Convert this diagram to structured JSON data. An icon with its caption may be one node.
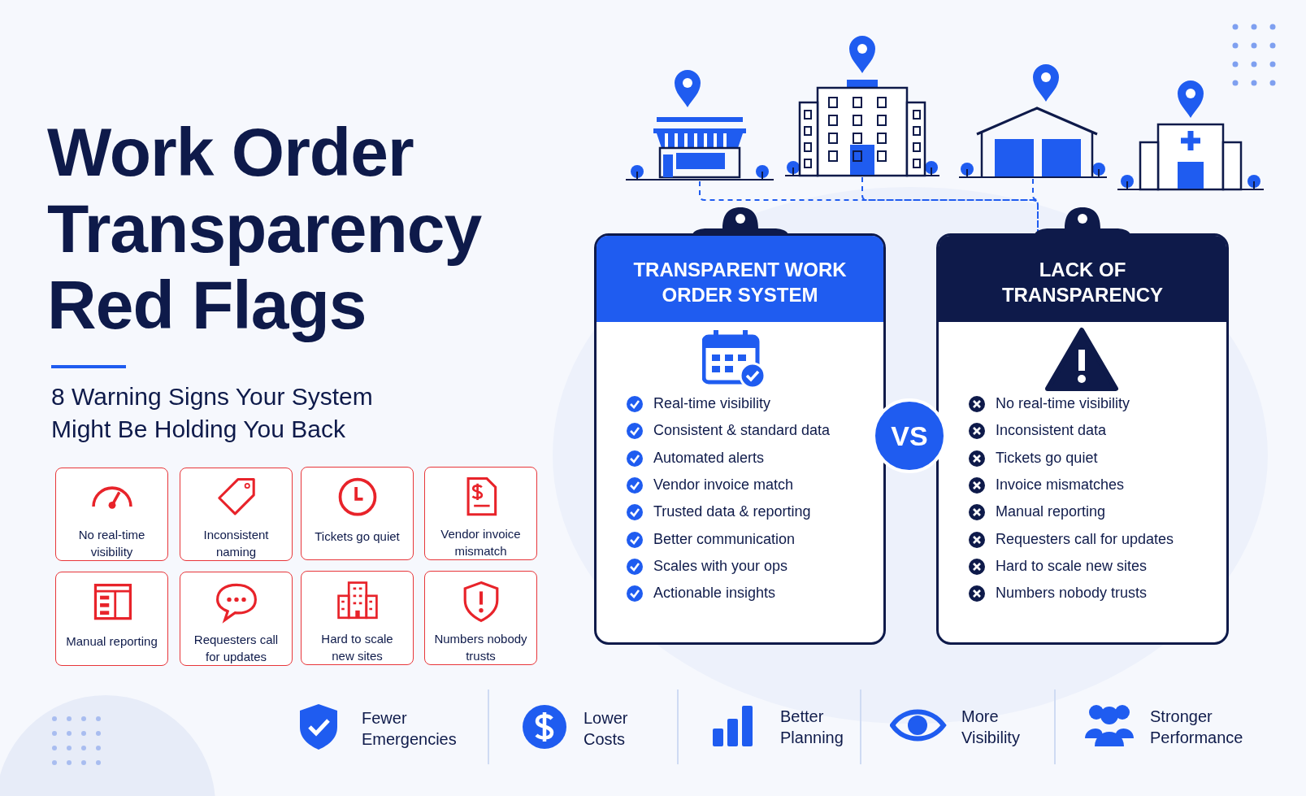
{
  "diagram": {
    "title": "Work Order Transparency Red Flags",
    "nodes": [
      {
        "text": [],
        "shape": "picture"
      },
      {
        "text": [],
        "shape": "picture"
      },
      {
        "text": [],
        "shape": "picture"
      },
      {
        "text": [],
        "shape": "picture"
      },
      {
        "text": [
          "TRANSPARENT WORK ORDER SYSTEM",
          "Real-time visibility",
          "Consistent & standard data",
          "Automated alerts",
          "Vendor invoice match",
          "Trusted data & reporting",
          "Better communication",
          "Scales with your ops",
          "Actionable insights"
        ]
      },
      {
        "text": [
          "LACK OF TRANSPARENCY",
          "No real-time visibility",
          "Inconsistent data",
          "Tickets go quiet",
          "Invoice mismatches",
          "Manual reporting",
          "Requesters call for updates",
          "Hard to scale new sites",
          "Numbers nobody trusts"
        ]
      },
      {
        "text": [
          "VS"
        ]
      },
      {
        "text": [
          "No real-time visibility"
        ]
      },
      {
        "text": [
          "Inconsistent naming"
        ]
      },
      {
        "text": [
          "Tickets go quiet"
        ]
      },
      {
        "text": [
          "Vendor invoice mismatch"
        ]
      },
      {
        "text": [
          "Manual reporting"
        ]
      },
      {
        "text": [
          "Requesters call for updates"
        ]
      },
      {
        "text": [
          "Hard to scale new sites"
        ]
      },
      {
        "text": [
          "Numbers nobody trusts"
        ]
      }
    ],
    "edges": [
      {
        "from": 0,
        "to": 5,
        "arrow": "none",
        "style": "dashed"
      },
      {
        "from": 1,
        "to": 5,
        "arrow": "none",
        "style": "dashed"
      },
      {
        "from": 2,
        "to": 5,
        "arrow": "none",
        "style": "dashed"
      }
    ],
    "labels": [
      "8 Warning Signs Your System Might Be Holding You Back",
      "Fewer Emergencies",
      "Lower Costs",
      "Better Planning",
      "More Visibility",
      "Stronger Performance"
    ]
  }
}
